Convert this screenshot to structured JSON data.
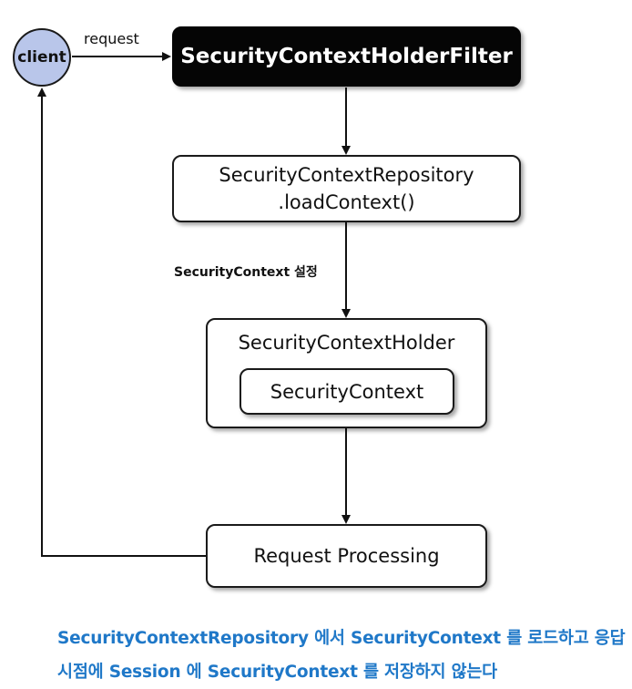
{
  "diagram": {
    "client_label": "client",
    "request_label": "request",
    "filter_label": "SecurityContextHolderFilter",
    "repository": {
      "line1": "SecurityContextRepository",
      "line2": ".loadContext()"
    },
    "set_context_label": "SecurityContext 설정",
    "holder_label": "SecurityContextHolder",
    "context_label": "SecurityContext",
    "processing_label": "Request Processing"
  },
  "caption": {
    "line1": "SecurityContextRepository 에서 SecurityContext 를 로드하고 응답",
    "line2": "시점에 Session 에 SecurityContext 를 저장하지 않는다"
  },
  "colors": {
    "client_fill": "#b9c6ea",
    "filter_fill": "#050505",
    "caption_text": "#1f78c8"
  }
}
